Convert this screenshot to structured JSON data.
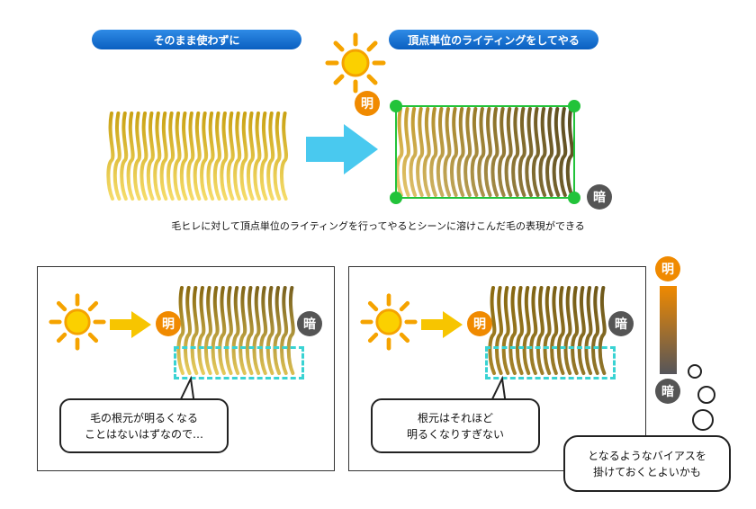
{
  "labels": {
    "left_title": "そのまま使わずに",
    "right_title": "頂点単位のライティングをしてやる",
    "caption": "毛ヒレに対して頂点単位のライティングを行ってやるとシーンに溶けこんだ毛の表現ができる",
    "bright": "明",
    "dark": "暗",
    "bubble1_line1": "毛の根元が明るくなる",
    "bubble1_line2": "ことはないはずなので…",
    "bubble2_line1": "根元はそれほど",
    "bubble2_line2": "明るくなりすぎない",
    "bubble3_line1": "となるようなバイアスを",
    "bubble3_line2": "掛けておくとよいかも"
  },
  "colors": {
    "pill_blue": "#1a73d9",
    "bright_orange": "#f08a00",
    "dark_gray": "#555555",
    "vertex_green": "#22c33a",
    "arrow_cyan": "#49c9ef",
    "arrow_yellow": "#f7c500",
    "dashed_cyan": "#39d3d3"
  },
  "icons": [
    "sun-icon",
    "arrow-right-icon",
    "fur-strip",
    "vertex-dot",
    "thought-bubble"
  ]
}
